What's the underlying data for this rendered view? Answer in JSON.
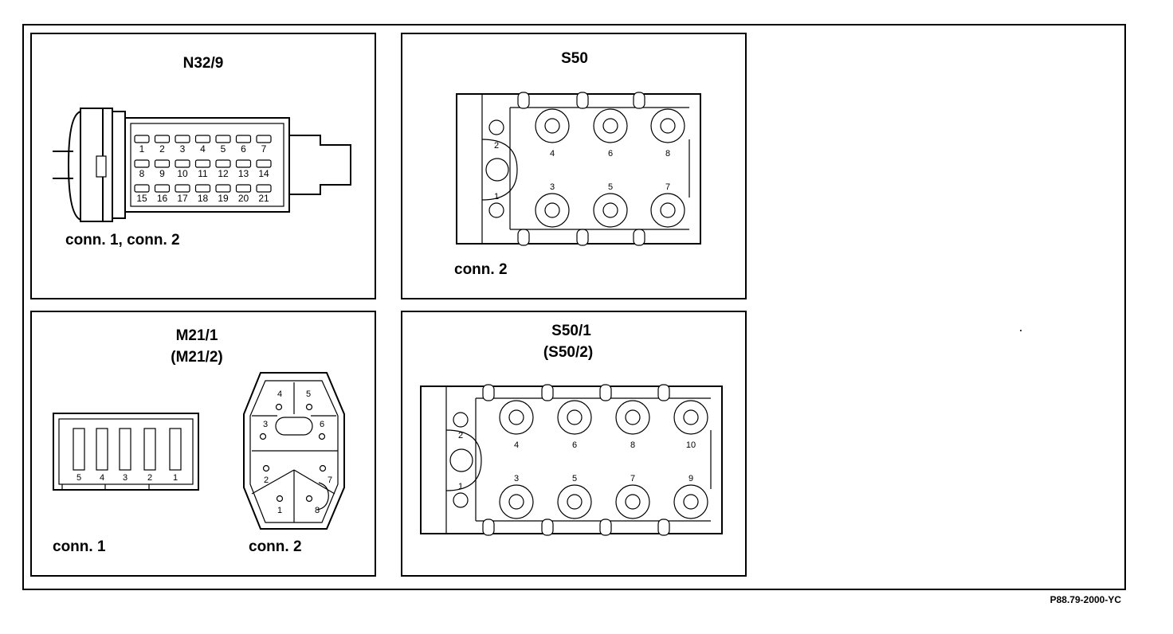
{
  "panels": {
    "n329": {
      "title": "N32/9",
      "conn_label": "conn. 1, conn. 2",
      "pin_rows": [
        [
          "1",
          "2",
          "3",
          "4",
          "5",
          "6",
          "7"
        ],
        [
          "8",
          "9",
          "10",
          "11",
          "12",
          "13",
          "14"
        ],
        [
          "15",
          "16",
          "17",
          "18",
          "19",
          "20",
          "21"
        ]
      ]
    },
    "s50": {
      "title": "S50",
      "conn_label": "conn. 2",
      "left_pins": [
        "2",
        "1"
      ],
      "top_pins": [
        "4",
        "6",
        "8"
      ],
      "bottom_pins": [
        "3",
        "5",
        "7"
      ]
    },
    "m211": {
      "title": "M21/1",
      "subtitle": "(M21/2)",
      "conn1_label": "conn. 1",
      "conn2_label": "conn. 2",
      "conn1_pins": [
        "5",
        "4",
        "3",
        "2",
        "1"
      ],
      "conn2_pins": [
        "4",
        "5",
        "3",
        "6",
        "2",
        "7",
        "1",
        "8"
      ]
    },
    "s501": {
      "title": "S50/1",
      "subtitle": "(S50/2)",
      "left_pins": [
        "2",
        "1"
      ],
      "top_pins": [
        "4",
        "6",
        "8",
        "10"
      ],
      "bottom_pins": [
        "3",
        "5",
        "7",
        "9"
      ]
    }
  },
  "figure_code": "P88.79-2000-YC"
}
